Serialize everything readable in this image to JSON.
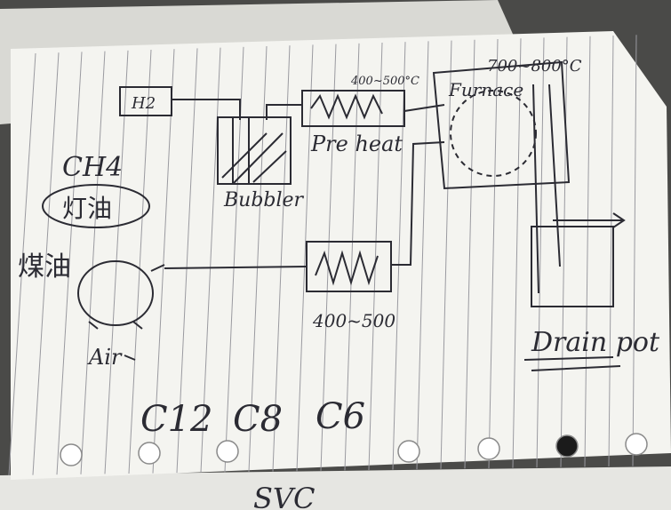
{
  "nodes": {
    "h2": "H2",
    "bubbler": "Bubbler",
    "preheat": "Pre heat",
    "furnace": "Furnace",
    "drain_pot": "Drain pot",
    "air": "Air",
    "ch4": "CH4",
    "lamp_oil": "灯油",
    "kerosene": "煤油"
  },
  "temperatures": {
    "preheat": "400~500°C",
    "furnace": "700~800°C",
    "air_heater": "400~500"
  },
  "carbon_numbers": [
    "C12",
    "C8",
    "C6"
  ],
  "page_label": "SVC",
  "colors": {
    "paper": "#f4f4f0",
    "ink": "#2b2b33",
    "rule": "#9a9aa0",
    "background": "#4a4a48"
  }
}
